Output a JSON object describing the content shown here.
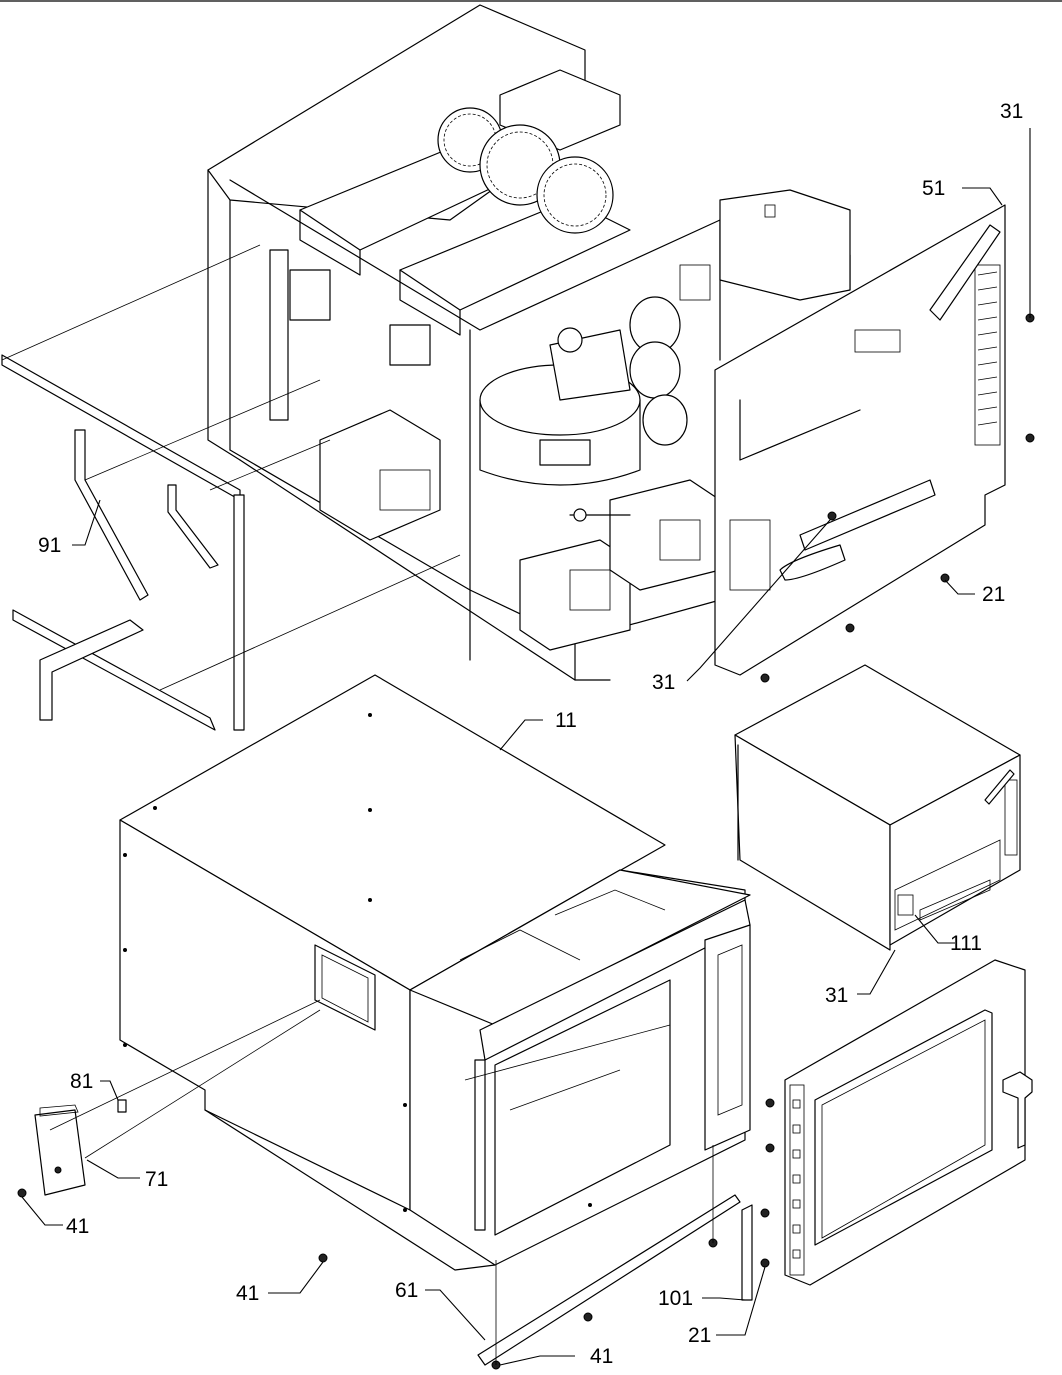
{
  "callouts": {
    "c11": "11",
    "c21a": "21",
    "c21b": "21",
    "c31a": "31",
    "c31b": "31",
    "c31c": "31",
    "c41a": "41",
    "c41b": "41",
    "c41c": "41",
    "c51": "51",
    "c61": "61",
    "c71": "71",
    "c81": "81",
    "c91": "91",
    "c101": "101",
    "c111": "111"
  }
}
